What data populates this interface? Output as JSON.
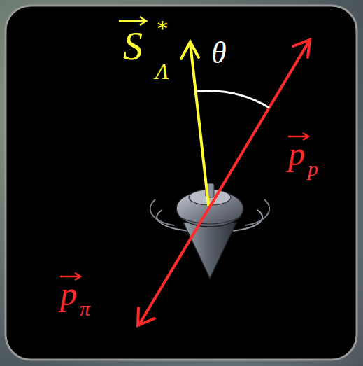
{
  "diagram": {
    "labels": [
      "S",
      "*",
      "Λ",
      "θ",
      "p",
      "p",
      "p",
      "π"
    ]
  }
}
